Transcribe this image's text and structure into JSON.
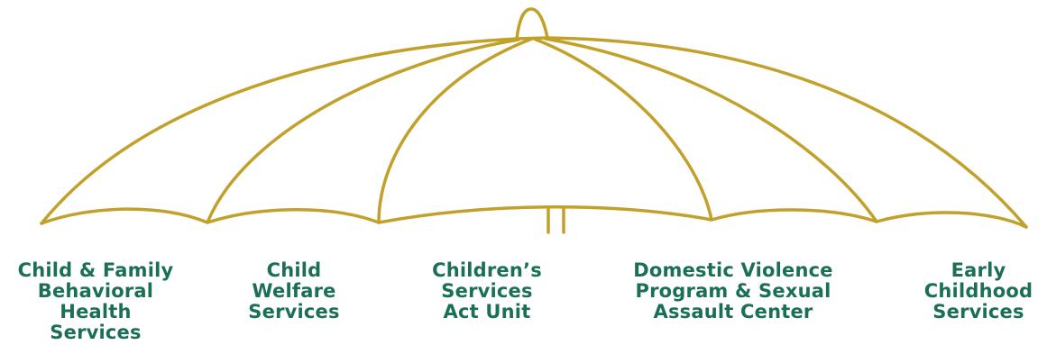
{
  "colors": {
    "umbrella_stroke": "#c2a12b",
    "label_text": "#1b6f57",
    "background": "#ffffff"
  },
  "categories": [
    {
      "lines": [
        "Child & Family",
        "Behavioral",
        "Health",
        "Services"
      ]
    },
    {
      "lines": [
        "Child",
        "Welfare",
        "Services"
      ]
    },
    {
      "lines": [
        "Children’s",
        "Services",
        "Act Unit"
      ]
    },
    {
      "lines": [
        "Domestic Violence",
        "Program & Sexual",
        "Assault Center"
      ]
    },
    {
      "lines": [
        "Early",
        "Childhood",
        "Services"
      ]
    }
  ]
}
